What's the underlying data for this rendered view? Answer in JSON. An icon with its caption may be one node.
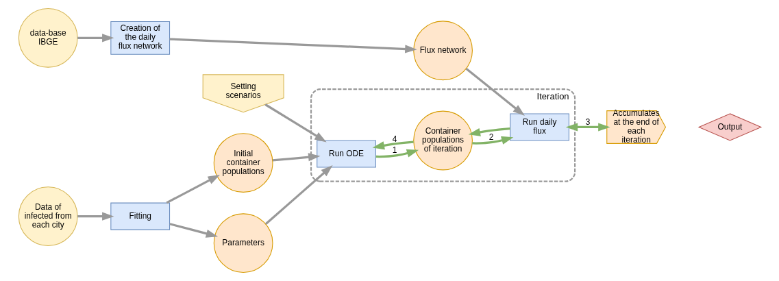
{
  "diagram": {
    "nodes": [
      {
        "text": [
          "Setting scenarios"
        ]
      },
      {
        "text": [
          "Data of infected from each city"
        ]
      },
      {
        "text": [
          "Fitting"
        ]
      },
      {
        "text": [
          "Initial container populations"
        ]
      },
      {
        "text": [
          "Parameters"
        ]
      },
      {
        "text": [
          "Iteration"
        ]
      },
      {
        "text": [
          "Run ODE"
        ],
        "in": 5
      },
      {
        "text": [
          "Container populations of iteration"
        ],
        "in": 5
      },
      {
        "text": [
          "Run daily flux"
        ],
        "in": 5
      },
      {
        "text": [
          "Accumulates at the end of each iteration"
        ]
      },
      {
        "text": [
          "data-base IBGE"
        ]
      },
      {
        "text": [
          "Creation of the daily flux network"
        ]
      },
      {
        "text": [
          "Flux network"
        ]
      },
      {
        "text": [
          "Output"
        ]
      }
    ],
    "edges": [
      {
        "from": 1,
        "to": 2,
        "arrow": "to"
      },
      {
        "from": 2,
        "to": 3,
        "arrow": "to"
      },
      {
        "from": 2,
        "to": 4,
        "arrow": "to"
      },
      {
        "from": 0,
        "to": 6,
        "arrow": "to"
      },
      {
        "from": 3,
        "to": 6,
        "arrow": "to"
      },
      {
        "from": 4,
        "to": 6,
        "arrow": "to"
      },
      {
        "from": 6,
        "to": 7,
        "arrow": "to",
        "label": "1",
        "color": "#82b366"
      },
      {
        "from": 7,
        "to": 6,
        "arrow": "to",
        "label": "4",
        "color": "#82b366"
      },
      {
        "from": 7,
        "to": 8,
        "arrow": "to",
        "label": "2",
        "color": "#82b366"
      },
      {
        "from": 8,
        "to": 9,
        "arrow": "both",
        "label": "3",
        "color": "#82b366"
      },
      {
        "from": 8,
        "to": 7,
        "arrow": "to",
        "color": "#82b366"
      },
      {
        "from": 10,
        "to": 11,
        "arrow": "to"
      },
      {
        "from": 11,
        "to": 12,
        "arrow": "to"
      },
      {
        "from": 12,
        "to": 8,
        "arrow": "to"
      }
    ]
  }
}
